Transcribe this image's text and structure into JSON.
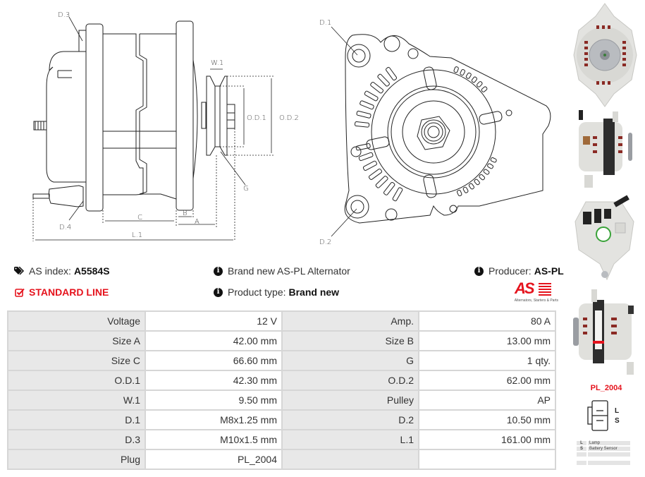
{
  "diagram": {
    "side_view_labels": {
      "d3": "D.3",
      "d4": "D.4",
      "w1": "W.1",
      "od1": "O.D.1",
      "od2": "O.D.2",
      "g": "G",
      "c": "C",
      "b": "B",
      "a": "A",
      "l1": "L.1"
    },
    "front_view_labels": {
      "d1": "D.1",
      "d2": "D.2"
    }
  },
  "info": {
    "as_index_label": "AS index:",
    "as_index_value": "A5584S",
    "line_badge": "STANDARD LINE",
    "description": "Brand new AS-PL Alternator",
    "product_type_label": "Product type:",
    "product_type_value": "Brand new",
    "producer_label": "Producer:",
    "producer_value": "AS-PL",
    "logo_text": "AS",
    "logo_tagline": "Alternators, Starters & Parts",
    "brand_color": "#e5131d"
  },
  "specs": {
    "rows": [
      {
        "k1": "Voltage",
        "v1": "12 V",
        "k2": "Amp.",
        "v2": "80 A"
      },
      {
        "k1": "Size A",
        "v1": "42.00 mm",
        "k2": "Size B",
        "v2": "13.00 mm"
      },
      {
        "k1": "Size C",
        "v1": "66.60 mm",
        "k2": "G",
        "v2": "1 qty."
      },
      {
        "k1": "O.D.1",
        "v1": "42.30 mm",
        "k2": "O.D.2",
        "v2": "62.00 mm"
      },
      {
        "k1": "W.1",
        "v1": "9.50 mm",
        "k2": "Pulley",
        "v2": "AP"
      },
      {
        "k1": "D.1",
        "v1": "M8x1.25 mm",
        "k2": "D.2",
        "v2": "10.50 mm"
      },
      {
        "k1": "D.3",
        "v1": "M10x1.5 mm",
        "k2": "L.1",
        "v2": "161.00 mm"
      },
      {
        "k1": "Plug",
        "v1": "PL_2004",
        "k2": "",
        "v2": ""
      }
    ]
  },
  "sidebar": {
    "photos": [
      "front-view-photo",
      "side-view-photo",
      "rear-view-photo",
      "side-view-photo-2"
    ],
    "plug": {
      "name": "PL_2004",
      "terminals": [
        "L",
        "S"
      ],
      "pins": [
        {
          "pin": "L",
          "desc": "Lamp"
        },
        {
          "pin": "S",
          "desc": "Battery Sensor"
        },
        {
          "pin": "",
          "desc": ""
        },
        {
          "pin": "",
          "desc": ""
        }
      ]
    }
  }
}
